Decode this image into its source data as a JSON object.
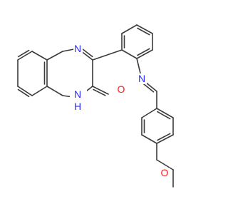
{
  "molecule": {
    "atoms": [
      {
        "id": "N_qx_top",
        "symbol": "N",
        "color": "#2b2bff"
      },
      {
        "id": "NH_qx",
        "symbol": "N",
        "sub": "H",
        "color": "#2b2bff"
      },
      {
        "id": "O_carbonyl",
        "symbol": "O",
        "color": "#ff1a1a"
      },
      {
        "id": "N_imine",
        "symbol": "N",
        "color": "#2b2bff"
      },
      {
        "id": "O_ether",
        "symbol": "O",
        "color": "#ff1a1a"
      }
    ]
  }
}
